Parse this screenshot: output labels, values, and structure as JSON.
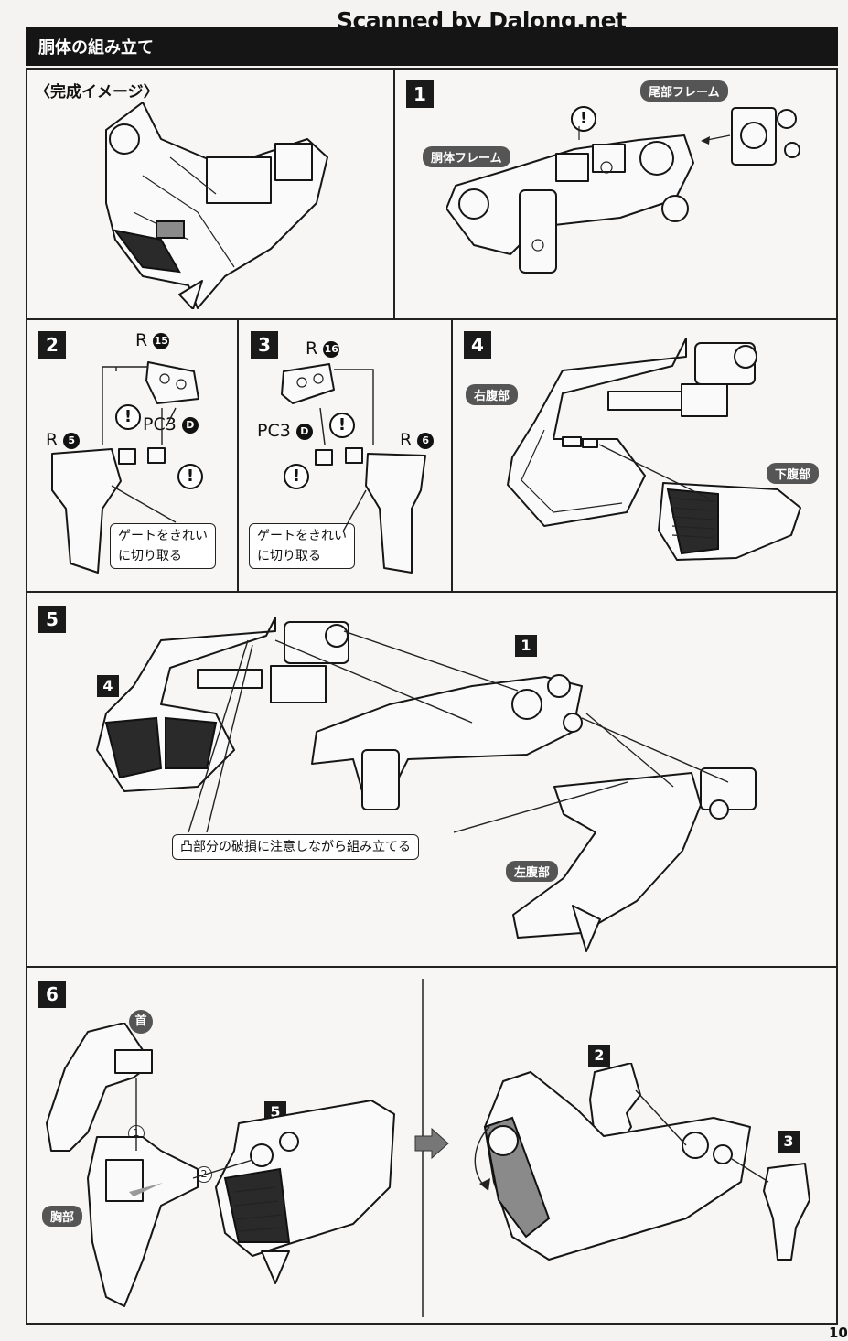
{
  "watermark": "Scanned by Dalong.net",
  "section_title": "胴体の組み立て",
  "preview_title": "〈完成イメージ〉",
  "steps": {
    "s1": {
      "number": "1",
      "label_torso_frame": "胴体フレーム",
      "label_tail_frame": "尾部フレーム"
    },
    "s2": {
      "number": "2",
      "part_top": "R",
      "part_top_num": "15",
      "part_left": "R",
      "part_left_num": "5",
      "pc": "PC3",
      "pc_letter": "D",
      "note_line1": "ゲートをきれい",
      "note_line2": "に切り取る"
    },
    "s3": {
      "number": "3",
      "part_top": "R",
      "part_top_num": "16",
      "part_right": "R",
      "part_right_num": "6",
      "pc": "PC3",
      "pc_letter": "D",
      "note_line1": "ゲートをきれい",
      "note_line2": "に切り取る"
    },
    "s4": {
      "number": "4",
      "label_right_belly": "右腹部",
      "label_lower_belly": "下腹部"
    },
    "s5": {
      "number": "5",
      "ref_1": "1",
      "ref_4": "4",
      "note": "凸部分の破損に注意しながら組み立てる",
      "label_left_belly": "左腹部"
    },
    "s6": {
      "number": "6",
      "label_neck": "首",
      "label_chest": "胸部",
      "ref_5": "5",
      "ref_2": "2",
      "ref_3": "3",
      "order_1": "1",
      "order_2": "2"
    }
  },
  "warning_symbol": "!",
  "page_number": "10"
}
